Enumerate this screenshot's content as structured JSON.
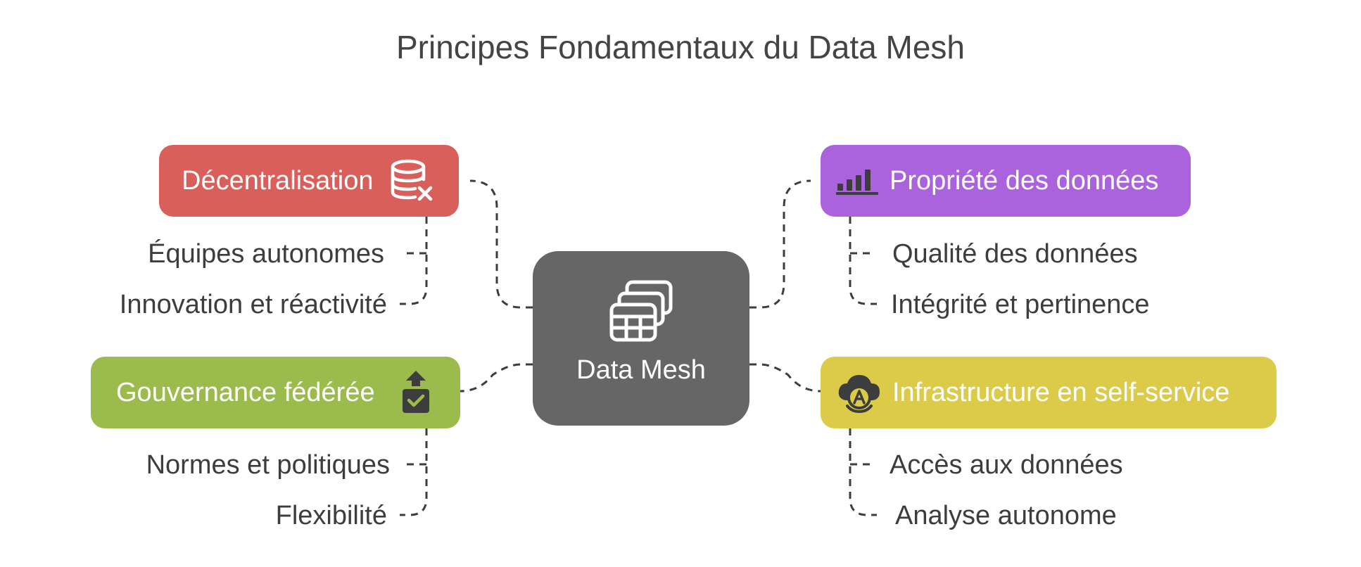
{
  "title": "Principes Fondamentaux du Data Mesh",
  "center": {
    "label": "Data Mesh",
    "icon": "stacked-tables-icon",
    "color": "#666666"
  },
  "branches": [
    {
      "label": "Décentralisation",
      "icon": "database-x-icon",
      "color": "#d9605a",
      "items": [
        "Équipes autonomes",
        "Innovation et réactivité"
      ]
    },
    {
      "label": "Gouvernance fédérée",
      "icon": "secure-upload-icon",
      "color": "#9bbc4c",
      "items": [
        "Normes et politiques",
        "Flexibilité"
      ]
    },
    {
      "label": "Propriété des données",
      "icon": "bar-chart-icon",
      "color": "#ab63dd",
      "items": [
        "Qualité des données",
        "Intégrité et pertinence"
      ]
    },
    {
      "label": "Infrastructure en self-service",
      "icon": "cloud-a-icon",
      "color": "#dccb49",
      "items": [
        "Accès aux données",
        "Analyse autonome"
      ]
    }
  ]
}
